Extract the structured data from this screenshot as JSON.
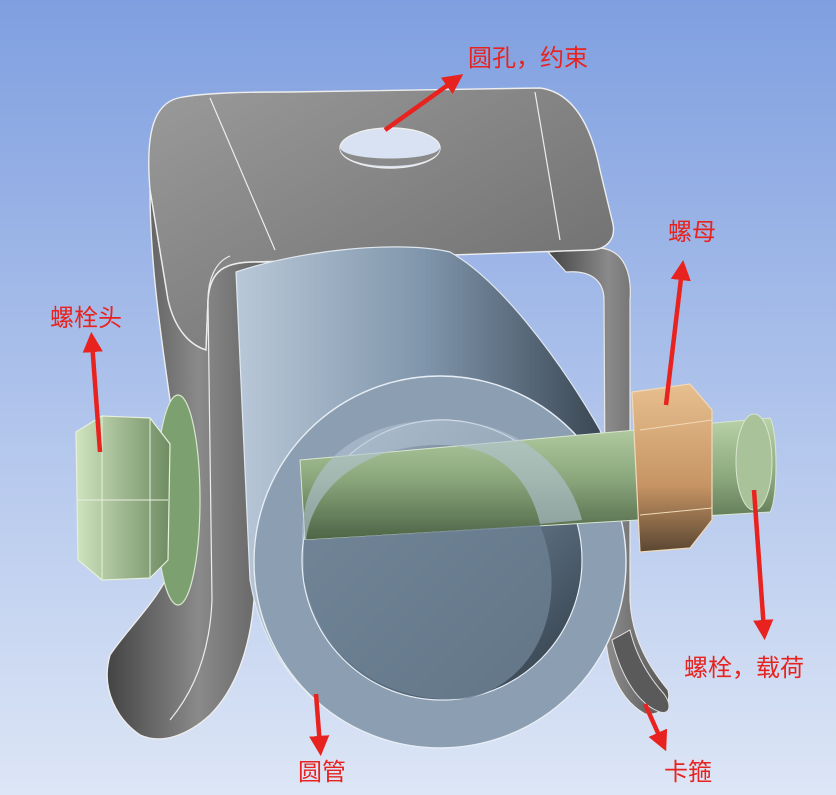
{
  "labels": {
    "hole_constraint": "圆孔，约束",
    "nut": "螺母",
    "bolt_head": "螺栓头",
    "bolt_load": "螺栓，载荷",
    "round_pipe": "圆管",
    "clamp": "卡箍"
  },
  "colors": {
    "background_top": "#7f9fe0",
    "background_bottom": "#dde6f6",
    "label_red": "#e8231f",
    "bracket_gray": "#6e6e6e",
    "pipe_blue": "#9fb3c8",
    "bolt_green": "#8faa80",
    "nut_tan": "#d8a878"
  }
}
